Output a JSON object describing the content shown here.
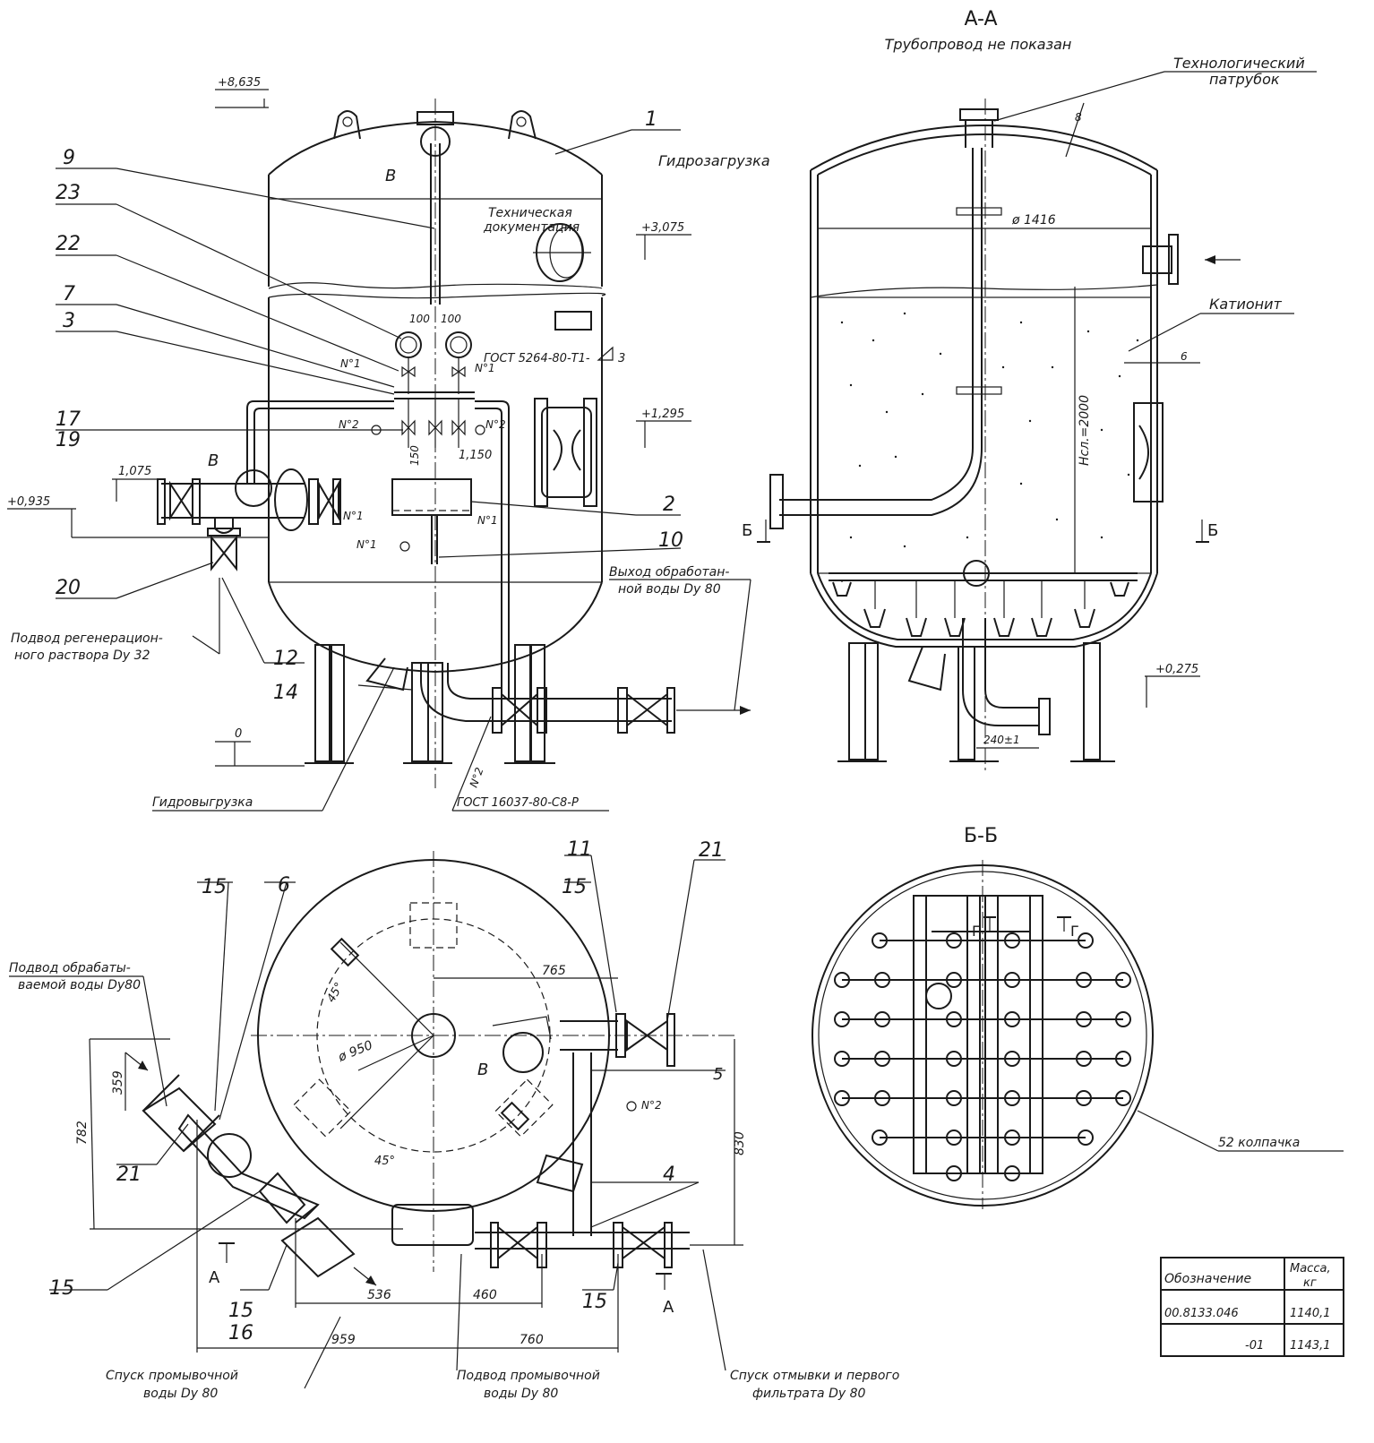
{
  "section_aa": {
    "title": "A-A",
    "note": "Трубопровод не показан"
  },
  "section_bb": {
    "title": "Б-Б",
    "caps_count": "52 колпачка"
  },
  "labels": {
    "tech_nozzle_1": "Технологический",
    "tech_nozzle_2": "патрубок",
    "hydro_load": "Гидрозагрузка",
    "tech_docs_1": "Техническая",
    "tech_docs_2": "документация",
    "cationite": "Катионит",
    "outlet_1": "Выход обработан-",
    "outlet_2": "ной воды Dy 80",
    "regen_1": "Подвод регенерацион-",
    "regen_2": "ного раствора Dy 32",
    "hydro_unload": "Гидровыгрузка",
    "treated_in_1": "Подвод обрабаты-",
    "treated_in_2": "ваемой воды Dy80",
    "wash_drain_1": "Спуск промывочной",
    "wash_drain_2": "воды Dy 80",
    "wash_in_1": "Подвод промывочной",
    "wash_in_2": "воды Dy 80",
    "rinse_1": "Спуск отмывки и первого",
    "rinse_2": "фильтрата Dy 80",
    "gost_weld": "ГОСТ 5264-80-Т1-",
    "gost_weld_leg": "3",
    "gost_pipe": "ГОСТ 16037-80-С8-Р"
  },
  "elevations": {
    "e1": "+8,635",
    "e2": "+3,075",
    "e3": "+1,295",
    "e4": "1,075",
    "e5": "+0,935",
    "e6": "0",
    "e7": "+0,275",
    "e8": "1,150"
  },
  "dimensions": {
    "d1416": "ø 1416",
    "d950": "ø 950",
    "h2000": "Нсл.=2000",
    "d100a": "100",
    "d100b": "100",
    "d150": "150",
    "d8": "8",
    "d6": "6",
    "d240": "240±1",
    "d765": "765",
    "d359": "359",
    "d782": "782",
    "d830": "830",
    "d536": "536",
    "d460": "460",
    "d959": "959",
    "d760": "760",
    "ang45a": "45°",
    "ang45b": "45°"
  },
  "markers": {
    "b": "В",
    "b2": "В",
    "bplan": "В",
    "n1a": "N°1",
    "n1b": "N°1",
    "n1c": "N°1",
    "n1d": "N°1",
    "n1e": "N°1",
    "n2a": "N°2",
    "n2b": "N°2",
    "n2c": "N°2",
    "n2d": "N°2",
    "sa": "А",
    "sb": "А",
    "s6a": "Б",
    "s6b": "Б",
    "g1": "Г",
    "g2": "Г",
    "weld5": "5"
  },
  "callouts": [
    "1",
    "9",
    "23",
    "22",
    "7",
    "3",
    "17",
    "19",
    "2",
    "10",
    "20",
    "12",
    "14",
    "15",
    "6",
    "11",
    "15",
    "21",
    "21",
    "5",
    "4",
    "15",
    "15",
    "16",
    "15"
  ],
  "spec_table": {
    "head_1": "Обозначение",
    "head_2a": "Масса,",
    "head_2b": "кг",
    "row1_code": "00.8133.046",
    "row1_mass": "1140,1",
    "row2_code": "-01",
    "row2_mass": "1143,1"
  }
}
